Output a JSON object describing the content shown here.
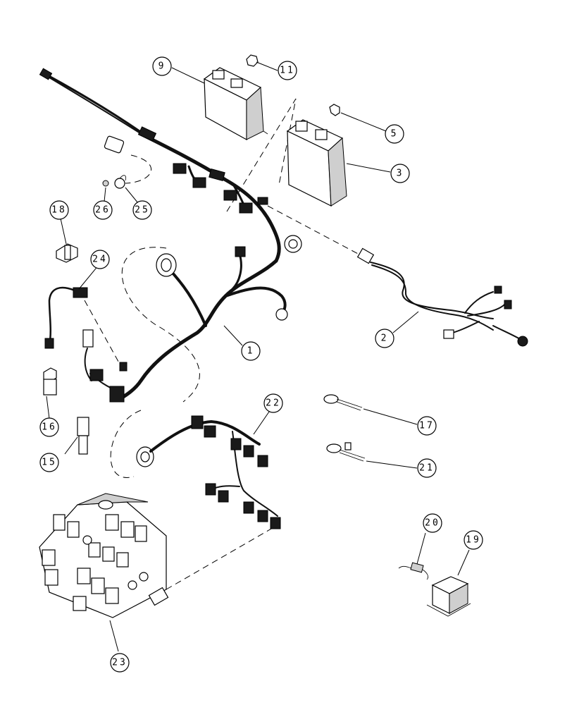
{
  "callouts": [
    {
      "id": "c1",
      "label": "1"
    },
    {
      "id": "c2",
      "label": "2"
    },
    {
      "id": "c3",
      "label": "3"
    },
    {
      "id": "c5a",
      "label": "5"
    },
    {
      "id": "c9",
      "label": "9"
    },
    {
      "id": "c11",
      "label": "11"
    },
    {
      "id": "c15",
      "label": "15"
    },
    {
      "id": "c16",
      "label": "16"
    },
    {
      "id": "c17",
      "label": "17"
    },
    {
      "id": "c18",
      "label": "18"
    },
    {
      "id": "c19",
      "label": "19"
    },
    {
      "id": "c20",
      "label": "20"
    },
    {
      "id": "c21",
      "label": "21"
    },
    {
      "id": "c22",
      "label": "22"
    },
    {
      "id": "c23",
      "label": "23"
    },
    {
      "id": "c24",
      "label": "24"
    },
    {
      "id": "c25",
      "label": "25"
    },
    {
      "id": "c26",
      "label": "26"
    }
  ]
}
